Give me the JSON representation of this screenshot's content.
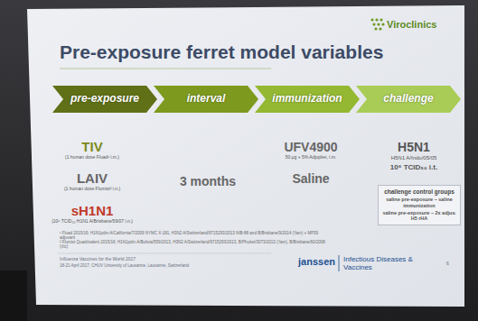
{
  "diagram": {
    "title": "Pre-exposure ferret model variables",
    "nodes": [
      {
        "text": [
          "pre-exposure"
        ]
      },
      {
        "text": [
          "interval"
        ]
      },
      {
        "text": [
          "immunization"
        ]
      },
      {
        "text": [
          "challenge"
        ]
      },
      {
        "text": [
          "challenge control groups",
          "saline pre-exposure – saline immunization",
          "saline pre-exposure – 2x adjuv. H5 rHA"
        ]
      }
    ],
    "labels": [
      "Viroclinics",
      "TIV",
      "(1 human dose Fluad¹ i.m.)",
      "LAIV",
      "(1 human dose Flumist² i.n.)",
      "sH1N1",
      "(10⁶ TCID₅₀ H1N1 A/Brisbane/59/07 i.n.)",
      "3 months",
      "UFV4900",
      "50 µg + 5% Adjuplex, i.m.",
      "Saline",
      "H5N1",
      "H5N1 A/Indo/05/05",
      "10⁶ TCID₅₀ i.t.",
      "¹ Fluad 2015/16: H1N1pdm A/California/7/2009 NYMC X-181, H3N2 A/Switzerland/9715293/2013 NIB-88 and B/Brisbane/9/2014 (Yam) + MF59 adjuvant",
      "² Flumist Quadrivalent 2015/16: H1N1pdm A/Bolivia/559/2013, H3N2 A/Switzerland/9715293/2013, B/Phuket/3073/2013 (Yam), B/Brisbane/60/2008 (Vic)",
      "Influenza Vaccines for the World 2017",
      "18-21 April 2017, CHUV University of Lausanne, Lausanne, Switzerland",
      "janssen",
      "Infectious Diseases & Vaccines",
      "6"
    ]
  }
}
